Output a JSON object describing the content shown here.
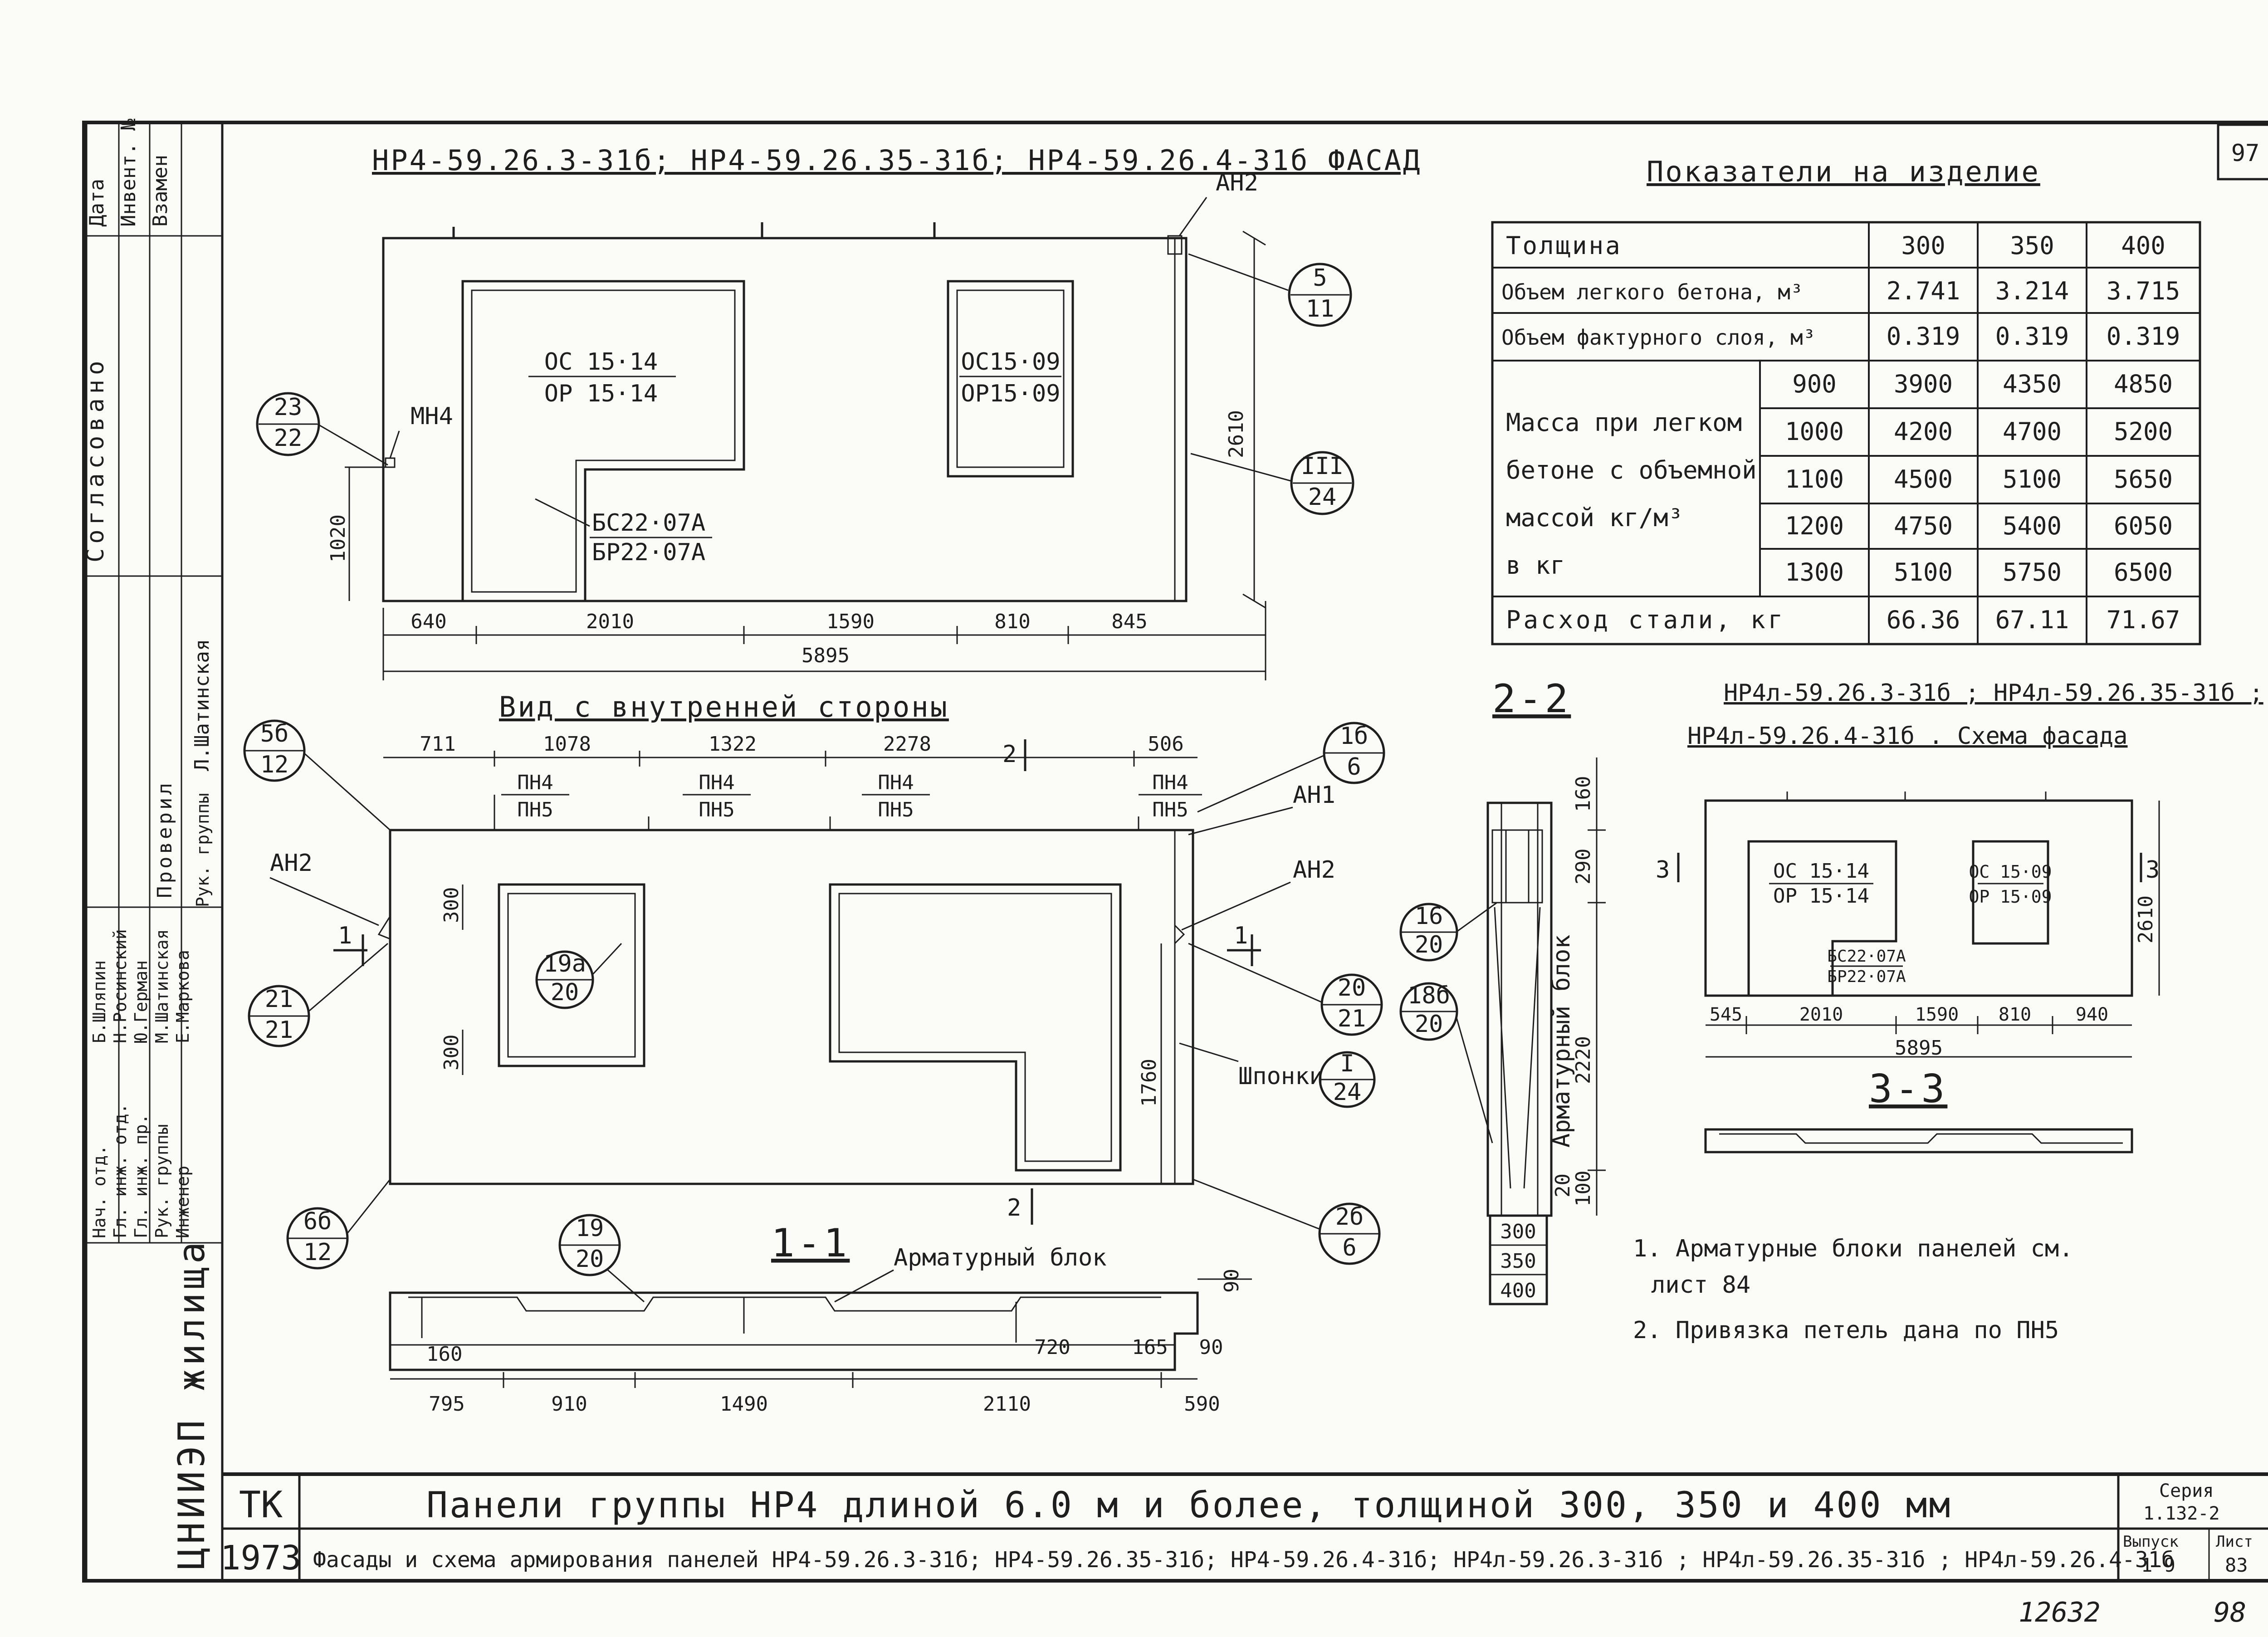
{
  "sheet_number": "97",
  "facade": {
    "title": "НР4-59.26.3-31б; НР4-59.26.35-31б; НР4-59.26.4-31б ФАСАД",
    "an2": "АН2",
    "mn4": "МН4",
    "callout_5": {
      "top": "5",
      "bottom": "11"
    },
    "callout_23": {
      "top": "23",
      "bottom": "22"
    },
    "callout_3": {
      "top": "III",
      "bottom": "24"
    },
    "window1": {
      "top": "ОС 15·14",
      "bottom": "ОР 15·14"
    },
    "window2": {
      "top": "ОС15·09",
      "bottom": "ОР15·09"
    },
    "door": {
      "top": "БС22·07А",
      "bottom": "БР22·07А"
    },
    "height": "2610",
    "height_low": "1020",
    "dims": [
      "640",
      "2010",
      "1590",
      "810",
      "845"
    ],
    "total": "5895"
  },
  "inner": {
    "title": "Вид с внутренней стороны",
    "top_dims": [
      "711",
      "1078",
      "1322",
      "2278",
      "506"
    ],
    "loops": [
      {
        "top": "ПН4",
        "bottom": "ПН5"
      },
      {
        "top": "ПН4",
        "bottom": "ПН5"
      },
      {
        "top": "ПН4",
        "bottom": "ПН5"
      },
      {
        "top": "ПН4",
        "bottom": "ПН5"
      }
    ],
    "section_2": "2",
    "an1": "АН1",
    "an2_left": "АН2",
    "an2_right": "АН2",
    "section_1": "1",
    "callout_5b": {
      "top": "5б",
      "bottom": "12"
    },
    "callout_1b": {
      "top": "1б",
      "bottom": "6"
    },
    "callout_21": {
      "top": "21",
      "bottom": "21"
    },
    "callout_19a": {
      "top": "19а",
      "bottom": "20"
    },
    "callout_20": {
      "top": "20",
      "bottom": "21"
    },
    "callout_6b": {
      "top": "6б",
      "bottom": "12"
    },
    "callout_2b": {
      "top": "2б",
      "bottom": "6"
    },
    "keys_label": "Шпонки",
    "callout_keys": {
      "top": "I",
      "bottom": "24"
    },
    "dim_300a": "300",
    "dim_300b": "300",
    "height_1760": "1760"
  },
  "section_11": {
    "title": "1-1",
    "block_label": "Арматурный блок",
    "callout_19": {
      "top": "19",
      "bottom": "20"
    },
    "section_2": "2",
    "dim_90a": "90",
    "dim_160": "160",
    "dim_720": "720",
    "dim_165": "165",
    "dim_90b": "90",
    "dims": [
      "795",
      "910",
      "1490",
      "2110",
      "590"
    ]
  },
  "section_22": {
    "title": "2-2",
    "block_label": "Арматурный блок",
    "dims_v": [
      "160",
      "290",
      "2220",
      "100"
    ],
    "dim_20": "20",
    "callout_16": {
      "top": "16",
      "bottom": "20"
    },
    "callout_18b": {
      "top": "18б",
      "bottom": "20"
    },
    "thicknesses": [
      "300",
      "350",
      "400"
    ]
  },
  "indicators": {
    "title": "Показатели на изделие",
    "header": [
      "Толщина",
      "300",
      "350",
      "400"
    ],
    "rows": [
      {
        "label": "Объем легкого бетона, м³",
        "values": [
          "2.741",
          "3.214",
          "3.715"
        ]
      },
      {
        "label": "Объем фактурного слоя, м³",
        "values": [
          "0.319",
          "0.319",
          "0.319"
        ]
      }
    ],
    "mass_label": [
      "Масса при легком",
      "бетоне с объемной",
      "массой кг/м³",
      "в кг"
    ],
    "mass_rows": [
      {
        "density": "900",
        "values": [
          "3900",
          "4350",
          "4850"
        ]
      },
      {
        "density": "1000",
        "values": [
          "4200",
          "4700",
          "5200"
        ]
      },
      {
        "density": "1100",
        "values": [
          "4500",
          "5100",
          "5650"
        ]
      },
      {
        "density": "1200",
        "values": [
          "4750",
          "5400",
          "6050"
        ]
      },
      {
        "density": "1300",
        "values": [
          "5100",
          "5750",
          "6500"
        ]
      }
    ],
    "steel": {
      "label": "Расход стали, кг",
      "values": [
        "66.36",
        "67.11",
        "71.67"
      ]
    }
  },
  "scheme": {
    "title_1": "НР4л-59.26.3-31б ; НР4л-59.26.35-31б ;",
    "title_2": "НР4л-59.26.4-31б . Схема фасада",
    "window1": {
      "top": "ОС 15·14",
      "bottom": "ОР 15·14"
    },
    "window2": {
      "top": "ОС 15·09",
      "bottom": "ОР 15·09"
    },
    "door": {
      "top": "БС22·07А",
      "bottom": "БР22·07А"
    },
    "section": "3",
    "height": "2610",
    "dims": [
      "545",
      "2010",
      "1590",
      "810",
      "940"
    ],
    "total": "5895",
    "section_title": "3-3"
  },
  "notes": [
    "1. Арматурные блоки панелей см.",
    "лист 84",
    "2. Привязка петель дана по ПН5"
  ],
  "stamp": {
    "cols": [
      "Дата",
      "Инвент. №",
      "Взамен"
    ],
    "agreed": "Согласовано",
    "checked": "Проверил",
    "checked_name": "Л.Шатинская",
    "roles": [
      "Нач. отд.",
      "Гл. инж. отд.",
      "Гл. инж. пр.",
      "Рук. группы",
      "Инженер"
    ],
    "names": [
      "Б.Шляпин",
      "Н.Росинский",
      "Ю.Герман",
      "М.Шатинская",
      "Е.Маркова"
    ],
    "check_role": "Рук. группы",
    "org": "ЦНИИЭП жилища"
  },
  "titleblock": {
    "code": "ТК",
    "year": "1973",
    "title_1": "Панели группы НР4 длиной 6.0 м и более, толщиной 300, 350 и 400 мм",
    "title_2": "Фасады и схема армирования панелей НР4-59.26.3-31б; НР4-59.26.35-31б; НР4-59.26.4-31б; НР4л-59.26.3-31б ; НР4л-59.26.35-31б ; НР4л-59.26.4-31б",
    "series_label": "Серия",
    "series": "1.132-2",
    "issue_label": "Выпуск",
    "issue": "1-9",
    "sheet_label": "Лист",
    "sheet": "83"
  },
  "footer": {
    "archive": "12632",
    "page": "98"
  }
}
